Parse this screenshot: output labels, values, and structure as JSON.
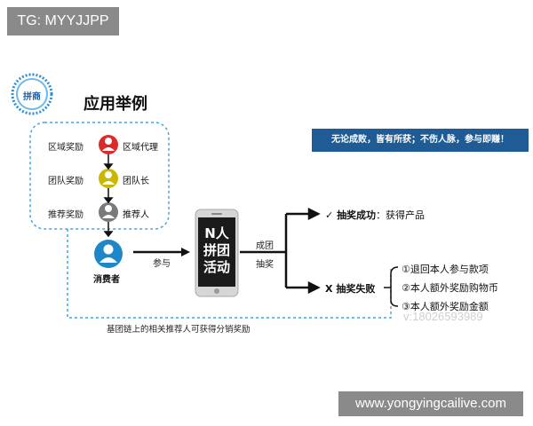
{
  "watermark_tg": "TG: MYYJJPP",
  "watermark_site": "www.yongyingcailive.com",
  "watermark_phone": "v:18026593989",
  "logo_text": "拼商",
  "title": "应用举例",
  "roles": [
    {
      "reward": "区域奖励",
      "name": "区域代理",
      "color": "#d92b2b"
    },
    {
      "reward": "团队奖励",
      "name": "团队长",
      "color": "#c9b800"
    },
    {
      "reward": "推荐奖励",
      "name": "推荐人",
      "color": "#7a7a7a"
    }
  ],
  "consumer": {
    "name": "消费者",
    "color": "#1f86c8"
  },
  "participate_label": "参与",
  "phone_text": [
    "N人",
    "拼团",
    "活动"
  ],
  "success_branch": [
    "成团",
    "抽奖"
  ],
  "banner": "无论成败，皆有所获；不伤人脉，参与即赚！",
  "success": {
    "mark": "✓",
    "label": "抽奖成功",
    "rest": "：获得产品"
  },
  "fail": {
    "mark": "X",
    "label": "抽奖失败"
  },
  "fail_items": [
    "①退回本人参与款项",
    "②本人额外奖励购物币",
    "③本人额外奖励金额"
  ],
  "footer_note": "基团链上的相关推荐人可获得分销奖励"
}
